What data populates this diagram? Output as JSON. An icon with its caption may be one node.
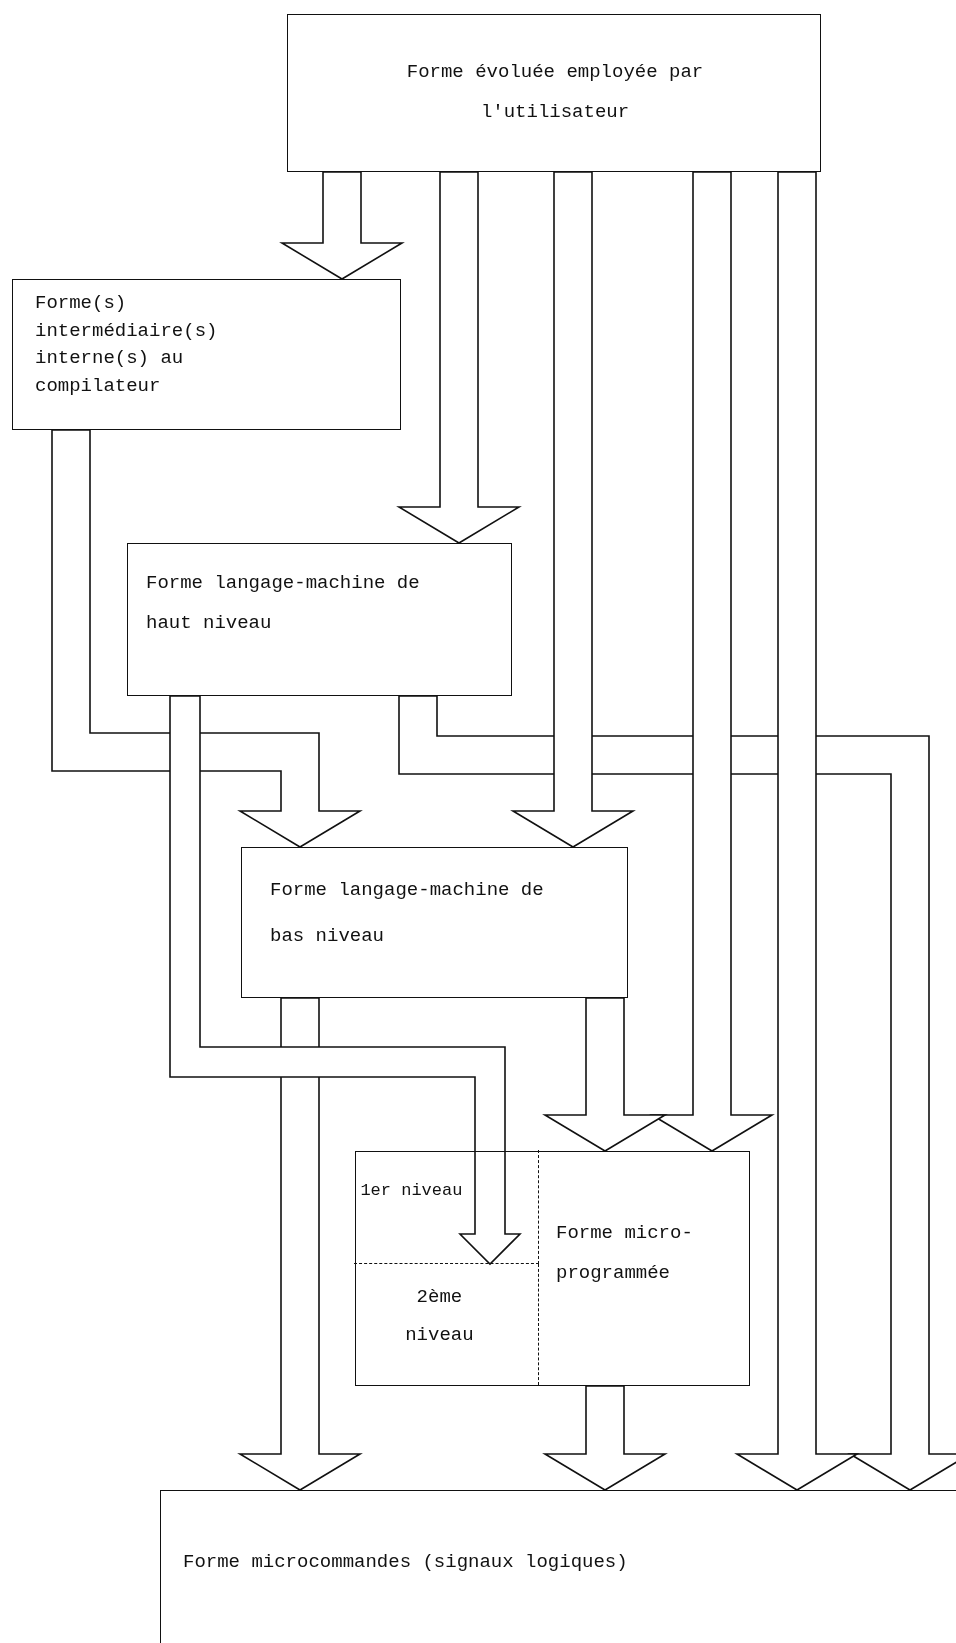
{
  "diagram": {
    "nodes": [
      {
        "text": [
          "Forme évoluée employée par l'utilisateur"
        ]
      },
      {
        "text": [
          "Forme(s) intermédiaire(s) interne(s) au compilateur"
        ]
      },
      {
        "text": [
          "Forme langage-machine de haut niveau"
        ]
      },
      {
        "text": [
          "Forme langage-machine de bas niveau"
        ]
      },
      {
        "text": [
          "Forme micro-programmée"
        ]
      },
      {
        "text": [
          "1er niveau"
        ],
        "in": 4
      },
      {
        "text": [
          "2ème niveau"
        ],
        "in": 4
      },
      {
        "text": [
          "Forme microcommandes (signaux logiques)"
        ]
      }
    ],
    "edges": [
      {
        "from": 0,
        "to": 1,
        "arrow": "to"
      },
      {
        "from": 0,
        "to": 2,
        "arrow": "to"
      },
      {
        "from": 0,
        "to": 3,
        "arrow": "to"
      },
      {
        "from": 0,
        "to": 4,
        "arrow": "to"
      },
      {
        "from": 0,
        "to": 7,
        "arrow": "to"
      },
      {
        "from": 1,
        "to": 3,
        "arrow": "to"
      },
      {
        "from": 2,
        "to": 5,
        "arrow": "to"
      },
      {
        "from": 2,
        "to": 7,
        "arrow": "to"
      },
      {
        "from": 3,
        "to": 7,
        "arrow": "to"
      },
      {
        "from": 3,
        "to": 4,
        "arrow": "to"
      },
      {
        "from": 4,
        "to": 7,
        "arrow": "to"
      }
    ]
  }
}
